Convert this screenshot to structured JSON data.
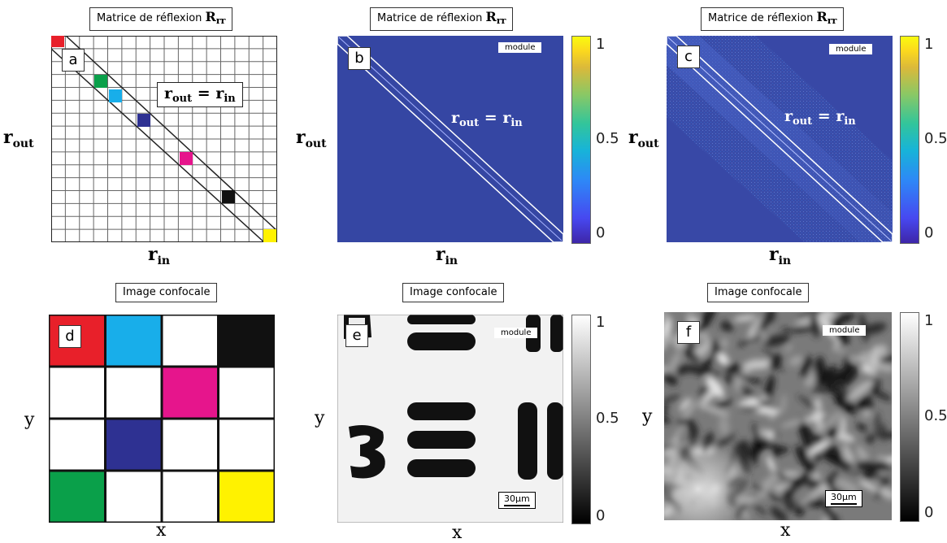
{
  "panels": {
    "a": {
      "title_prefix": "Matrice de réflexion ",
      "title_sym": "R",
      "title_sub": "rr",
      "letter": "a",
      "eq_left": "r",
      "eq_left_sub": "out",
      "eq_mid": " = ",
      "eq_right": "r",
      "eq_right_sub": "in",
      "ylabel": "r",
      "ylabel_sub": "out",
      "xlabel": "r",
      "xlabel_sub": "in"
    },
    "b": {
      "title_prefix": "Matrice de réflexion ",
      "title_sym": "R",
      "title_sub": "rr",
      "letter": "b",
      "tag": "module",
      "eq_left": "r",
      "eq_left_sub": "out",
      "eq_mid": " = ",
      "eq_right": "r",
      "eq_right_sub": "in",
      "ylabel": "r",
      "ylabel_sub": "out",
      "xlabel": "r",
      "xlabel_sub": "in"
    },
    "c": {
      "title_prefix": "Matrice de réflexion ",
      "title_sym": "R",
      "title_sub": "rr",
      "letter": "c",
      "tag": "module",
      "eq_left": "r",
      "eq_left_sub": "out",
      "eq_mid": " = ",
      "eq_right": "r",
      "eq_right_sub": "in",
      "ylabel": "r",
      "ylabel_sub": "out",
      "xlabel": "r",
      "xlabel_sub": "in"
    },
    "d": {
      "title": "Image confocale",
      "letter": "d",
      "ylabel": "y",
      "xlabel": "x"
    },
    "e": {
      "title": "Image confocale",
      "letter": "e",
      "tag": "module",
      "scalebar": "30µm",
      "ylabel": "y",
      "xlabel": "x"
    },
    "f": {
      "title": "Image confocale",
      "letter": "f",
      "tag": "module",
      "scalebar": "30µm",
      "ylabel": "y",
      "xlabel": "x"
    }
  },
  "colorbar_ticks": {
    "top": "1",
    "mid": "0.5",
    "bottom": "0"
  },
  "colors": {
    "red": "#e8202a",
    "cyan": "#18aeea",
    "magenta": "#e6158c",
    "navy": "#2e3192",
    "green": "#0aa04a",
    "yellow": "#fff200",
    "black": "#111111",
    "matrix_bg": "#3546a3"
  },
  "panel_d_grid": [
    [
      "red",
      "cyan",
      "white",
      "black"
    ],
    [
      "white",
      "white",
      "magenta",
      "white"
    ],
    [
      "white",
      "navy",
      "white",
      "white"
    ],
    [
      "green",
      "white",
      "white",
      "yellow"
    ]
  ]
}
